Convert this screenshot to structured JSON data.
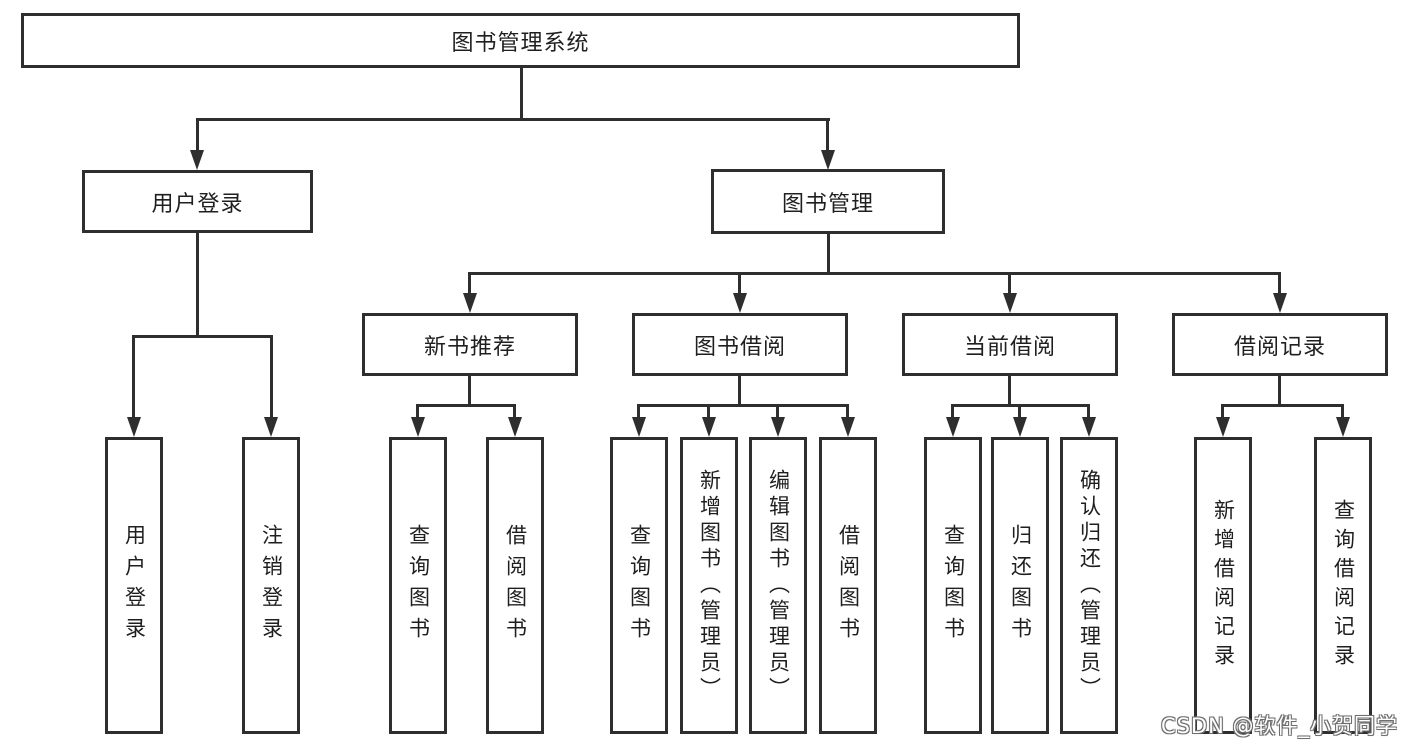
{
  "tree": {
    "root": {
      "label": "图书管理系统"
    },
    "branches": [
      {
        "label": "用户登录",
        "children": [
          {
            "label": "用户登录"
          },
          {
            "label": "注销登录"
          }
        ]
      },
      {
        "label": "图书管理",
        "children": [
          {
            "label": "新书推荐",
            "children": [
              {
                "label": "查询图书"
              },
              {
                "label": "借阅图书"
              }
            ]
          },
          {
            "label": "图书借阅",
            "children": [
              {
                "label": "查询图书"
              },
              {
                "label": "新增图书（管理员）"
              },
              {
                "label": "编辑图书（管理员）"
              },
              {
                "label": "借阅图书"
              }
            ]
          },
          {
            "label": "当前借阅",
            "children": [
              {
                "label": "查询图书"
              },
              {
                "label": "归还图书"
              },
              {
                "label": "确认归还（管理员）"
              }
            ]
          },
          {
            "label": "借阅记录",
            "children": [
              {
                "label": "新增借阅记录"
              },
              {
                "label": "查询借阅记录"
              }
            ]
          }
        ]
      }
    ]
  },
  "watermark": {
    "text": "CSDN @软件_小贺同学"
  },
  "colors": {
    "background": "#ffffff",
    "line": "#2e2e2e",
    "text": "#1f1f1f",
    "watermark_fill": "#ffffff",
    "watermark_outline": "#6e6e6e"
  }
}
